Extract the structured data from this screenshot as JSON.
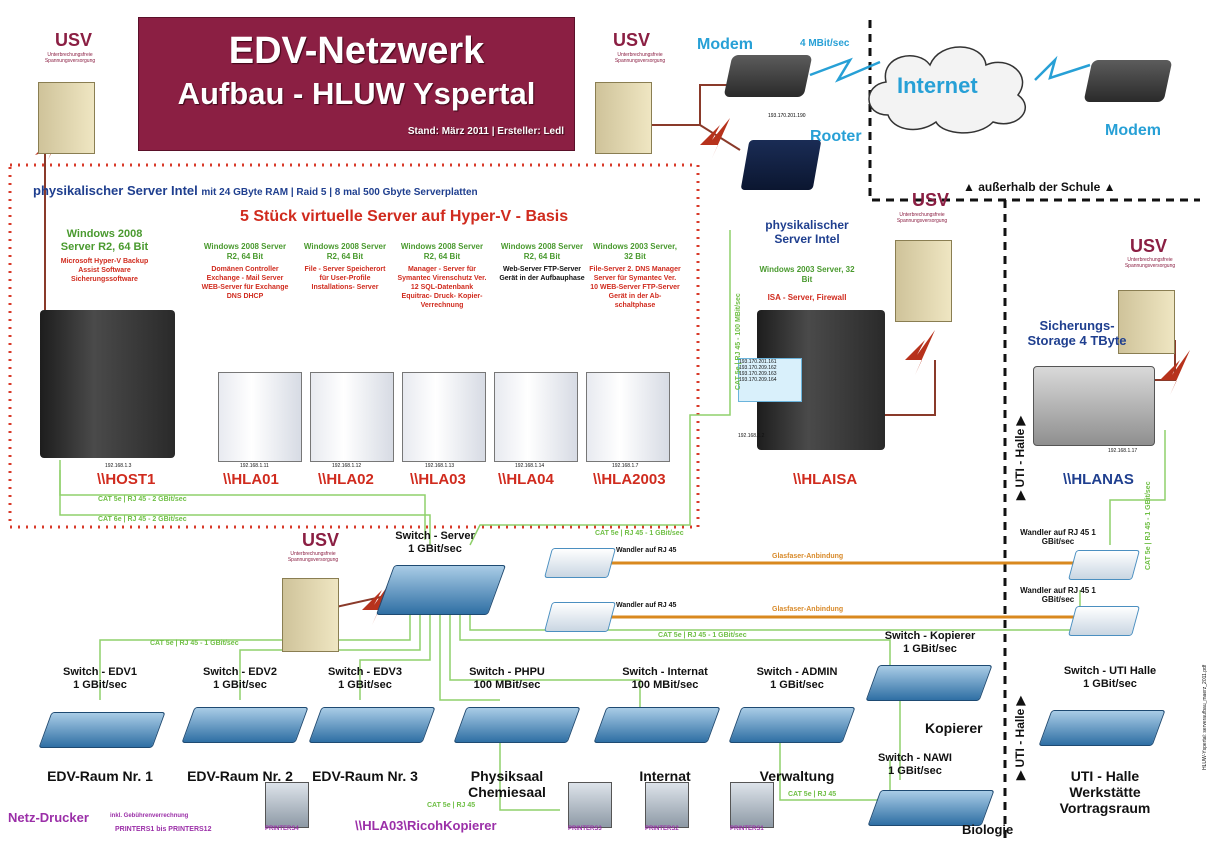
{
  "title": {
    "line1": "EDV-Netzwerk",
    "line2": "Aufbau - HLUW Yspertal",
    "stand": "Stand: März 2011 | Ersteller: Ledl"
  },
  "usv": {
    "label": "USV",
    "sub": "Unterbrechungsfreie Spannungsversorgung"
  },
  "internet": {
    "modem1": "Modem",
    "speed": "4 MBit/sec",
    "internet": "Internet",
    "modem2": "Modem",
    "router": "Rooter",
    "router_ip": "193.170.201.190",
    "outside": "▲ außerhalb der Schule ▲"
  },
  "server_intel": {
    "heading": "physikalischer Server Intel",
    "heading_detail": "mit 24 GByte RAM | Raid 5 | 8 mal 500 Gbyte Serverplatten",
    "vm_title": "5 Stück virtuelle Server auf Hyper-V - Basis",
    "host_os": "Windows 2008 Server R2, 64 Bit",
    "host_sw": "Microsoft Hyper-V Backup Assist Software Sicherungssoftware",
    "host_ip": "192.168.1.3",
    "host_name": "\\\\HOST1"
  },
  "vms": [
    {
      "os": "Windows 2008 Server R2, 64 Bit",
      "desc": "Domänen Controller Exchange - Mail Server WEB-Server für Exchange DNS DHCP",
      "ip": "192.168.1.11",
      "name": "\\\\HLA01"
    },
    {
      "os": "Windows 2008 Server R2, 64 Bit",
      "desc": "File - Server Speicherort für User-Profile Installations- Server",
      "ip": "192.168.1.12",
      "name": "\\\\HLA02"
    },
    {
      "os": "Windows 2008 Server R2, 64 Bit",
      "desc": "Manager - Server für Symantec Virenschutz Ver. 12 SQL-Datenbank Equitrac- Druck- Kopier- Verrechnung",
      "ip": "192.168.1.13",
      "name": "\\\\HLA03"
    },
    {
      "os": "Windows 2008 Server R2, 64 Bit",
      "desc": "Web-Server FTP-Server Gerät in der Aufbauphase",
      "ip": "192.168.1.14",
      "name": "\\\\HLA04"
    },
    {
      "os": "Windows 2003 Server, 32 Bit",
      "desc": "File-Server 2. DNS Manager Server für Symantec Ver. 10 WEB-Server FTP-Server Gerät in der Ab- schaltphase",
      "ip": "192.168.1.7",
      "name": "\\\\HLA2003"
    }
  ],
  "isa": {
    "heading": "physikalischer Server Intel",
    "os": "Windows 2003 Server, 32 Bit",
    "role": "ISA - Server, Firewall",
    "ips": [
      "193.170.201.161",
      "193.170.209.162",
      "193.170.209.163",
      "193.170.209.164"
    ],
    "ip": "192.168.1.2",
    "name": "\\\\HLAISA",
    "cable": "CAT 5e | RJ 45 - 100 MBit/sec"
  },
  "nas": {
    "title": "Sicherungs- Storage 4 TByte",
    "ip": "192.168.1.17",
    "name": "\\\\HLANAS",
    "cable": "CAT 5e | RJ 45 - 1 GBit/sec"
  },
  "cables": {
    "c1": "CAT 5e | RJ 45 - 2 GBit/sec",
    "c2": "CAT 6e | RJ 45 - 2 GBit/sec",
    "c3": "CAT 5e | RJ 45 - 1 GBit/sec",
    "c4": "CAT 5e | RJ 45 - 1 GBit/sec",
    "c5": "CAT 5e | RJ 45 - 1 GBit/sec",
    "c6": "CAT 5e | RJ 45",
    "c7": "CAT 5e | RJ 45",
    "fiber1": "Glasfaser-Anbindung",
    "fiber2": "Glasfaser-Anbindung"
  },
  "converters": {
    "left1": "Wandler auf RJ 45",
    "left2": "Wandler auf RJ 45",
    "right1": "Wandler auf RJ 45 1 GBit/sec",
    "right2": "Wandler auf RJ 45 1 GBit/sec"
  },
  "switch_server": {
    "name": "Switch - Server",
    "speed": "1 GBit/sec"
  },
  "switches": [
    {
      "name": "Switch - EDV1",
      "speed": "1 GBit/sec",
      "room": "EDV-Raum Nr. 1"
    },
    {
      "name": "Switch - EDV2",
      "speed": "1 GBit/sec",
      "room": "EDV-Raum Nr. 2"
    },
    {
      "name": "Switch - EDV3",
      "speed": "1 GBit/sec",
      "room": "EDV-Raum Nr. 3"
    },
    {
      "name": "Switch - PHPU",
      "speed": "100 MBit/sec",
      "room": "Physiksaal Chemiesaal"
    },
    {
      "name": "Switch - Internat",
      "speed": "100 MBit/sec",
      "room": "Internat"
    },
    {
      "name": "Switch - ADMIN",
      "speed": "1 GBit/sec",
      "room": "Verwaltung"
    }
  ],
  "switch_kopierer": {
    "name": "Switch - Kopierer",
    "speed": "1 GBit/sec",
    "room": "Kopierer"
  },
  "switch_nawi": {
    "name": "Switch - NAWI",
    "speed": "1 GBit/sec",
    "room": "Biologie"
  },
  "switch_uti": {
    "name": "Switch - UTI Halle",
    "speed": "1 GBit/sec",
    "room": "UTI - Halle Werkstätte Vortragsraum"
  },
  "uti_vertical": "▶ UTI - Halle ▶",
  "uti_vertical2": "▶ UTI - Halle ▶",
  "printers": {
    "netz": "Netz-Drucker",
    "netz_detail": "inkl. Gebührenverrechnung",
    "range": "PRINTERS1 bis PRINTERS12",
    "p4": "PRINTERS4",
    "p3": "PRINTERS3",
    "p2": "PRINTERS2",
    "p1": "PRINTERS1",
    "ricoh": "\\\\HLA03\\RicohKopierer"
  },
  "footer_file": "HLUW-Yspertal: serveraufbau_maerz_2011.pdf"
}
